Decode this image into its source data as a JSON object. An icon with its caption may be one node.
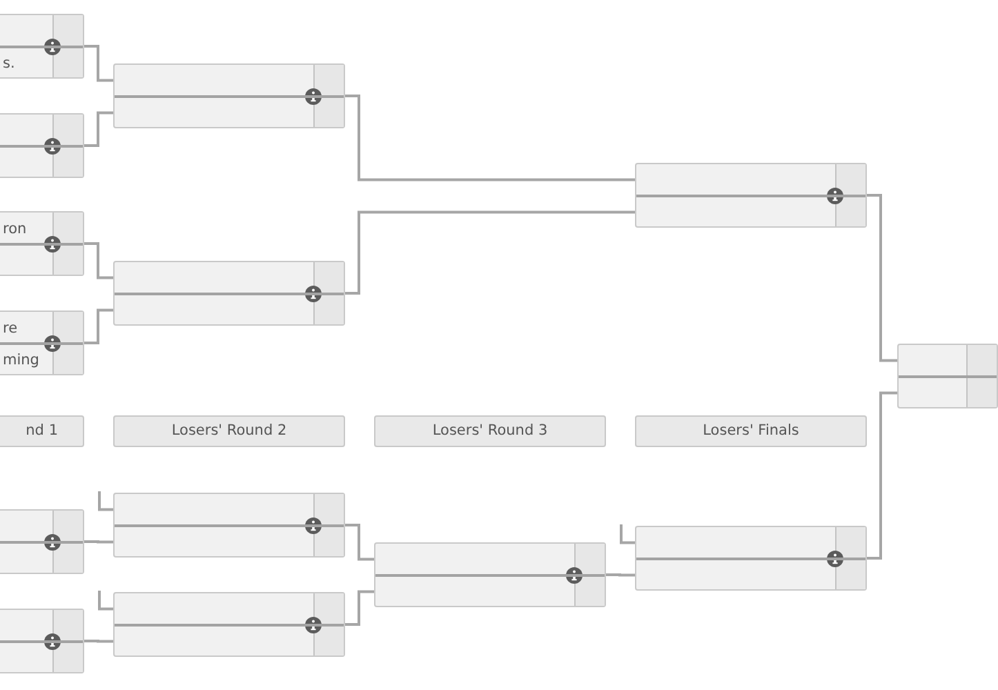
{
  "diagram": {
    "nodes": [
      {
        "text": [
          "s."
        ]
      },
      {
        "text": [],
        "shape": "box"
      },
      {
        "text": [
          "ron"
        ]
      },
      {
        "text": [
          "re",
          "ming"
        ]
      },
      {
        "text": [],
        "shape": "box"
      },
      {
        "text": [],
        "shape": "box"
      },
      {
        "text": [],
        "shape": "box"
      },
      {
        "text": [],
        "shape": "box"
      },
      {
        "text": [
          "nd 1"
        ]
      },
      {
        "text": [
          "Losers' Round 2"
        ]
      },
      {
        "text": [
          "Losers' Round 3"
        ]
      },
      {
        "text": [
          "Losers' Finals"
        ]
      },
      {
        "text": [],
        "shape": "box"
      },
      {
        "text": [],
        "shape": "box"
      },
      {
        "text": [],
        "shape": "box"
      },
      {
        "text": [],
        "shape": "box"
      },
      {
        "text": [],
        "shape": "box"
      },
      {
        "text": [],
        "shape": "box"
      }
    ],
    "edges": [
      {
        "from": 0,
        "to": 4,
        "arrow": "none"
      },
      {
        "from": 1,
        "to": 4,
        "arrow": "none"
      },
      {
        "from": 2,
        "to": 5,
        "arrow": "none"
      },
      {
        "from": 3,
        "to": 5,
        "arrow": "none"
      },
      {
        "from": 4,
        "to": 6,
        "arrow": "none"
      },
      {
        "from": 5,
        "to": 6,
        "arrow": "none"
      },
      {
        "from": 6,
        "to": 7,
        "arrow": "none"
      },
      {
        "from": 17,
        "to": 7,
        "arrow": "none"
      },
      {
        "from": 12,
        "to": 14,
        "arrow": "none"
      },
      {
        "from": 13,
        "to": 15,
        "arrow": "none"
      },
      {
        "from": 14,
        "to": 16,
        "arrow": "none"
      },
      {
        "from": 15,
        "to": 16,
        "arrow": "none"
      },
      {
        "from": 16,
        "to": 17,
        "arrow": "none"
      },
      {
        "from": null,
        "to": 14,
        "arrow": "none"
      },
      {
        "from": null,
        "to": 15,
        "arrow": "none"
      },
      {
        "from": null,
        "to": 17,
        "arrow": "none"
      }
    ]
  }
}
